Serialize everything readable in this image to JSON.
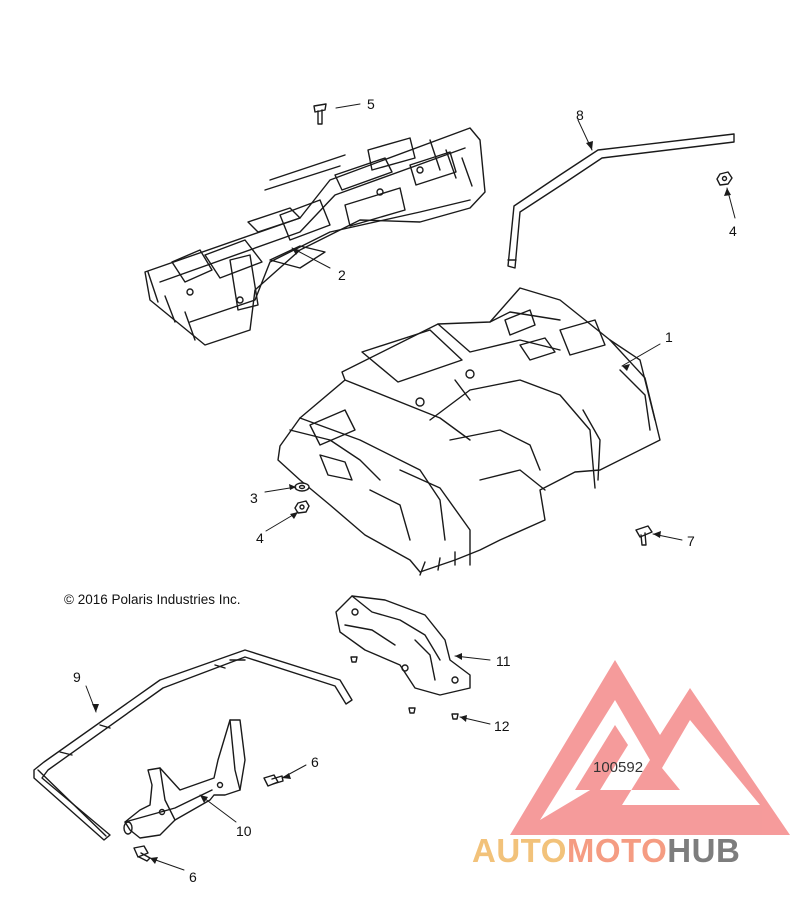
{
  "diagram": {
    "copyright": "© 2016 Polaris Industries Inc.",
    "drawing_number": "100592",
    "callouts": [
      "1",
      "2",
      "3",
      "4",
      "4",
      "5",
      "6",
      "6",
      "7",
      "8",
      "9",
      "10",
      "11",
      "12"
    ]
  },
  "watermark": {
    "part1": "AUTO",
    "part2": "MOTO",
    "part3": "HUB",
    "colors": {
      "part1": "#f2c27a",
      "part2": "#f59c82",
      "part3": "#7d7d7d",
      "logo": "#f07b7b"
    }
  }
}
